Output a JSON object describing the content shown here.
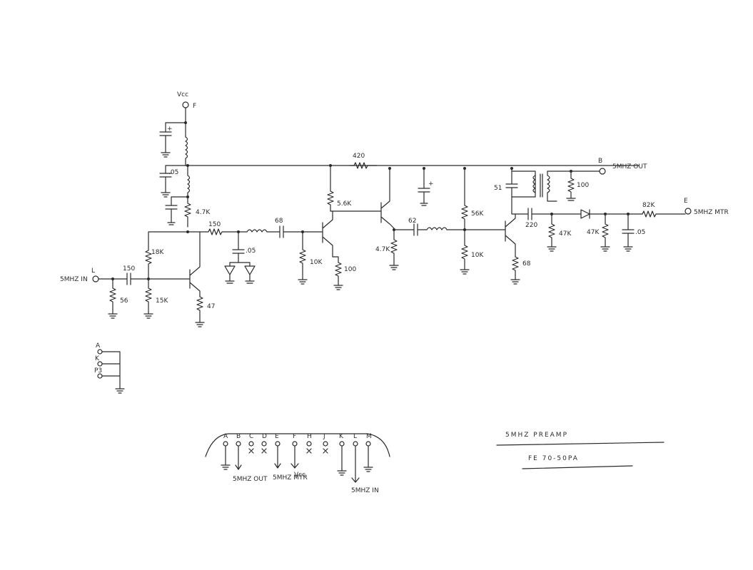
{
  "supply": {
    "name": "Vcc",
    "pin": "F"
  },
  "input": {
    "label": "5MHZ IN",
    "pin": "L"
  },
  "outputs": {
    "out": {
      "label": "5MHZ OUT",
      "pin": "B"
    },
    "mtr": {
      "label": "5MHZ MTR",
      "pin": "E"
    }
  },
  "components": {
    "c_150": "150",
    "r_18k": "18K",
    "r_56": "56",
    "r_15k": "15K",
    "r_47": "47",
    "r_4_7k_a": "4.7K",
    "c_05_a": ".05",
    "r_150": "150",
    "c_68": "68",
    "c_05_b": ".05",
    "r_10k_a": "10K",
    "r_5_6k": "5.6K",
    "r_100": "100",
    "r_420": "420",
    "r_4_7k_b": "4.7K",
    "c_62": "62",
    "r_56k": "56K",
    "r_10k_b": "10K",
    "r_68": "68",
    "c_51": "51",
    "c_220": "220",
    "r_47k_a": "47K",
    "r_47k_b": "47K",
    "r_100_b": "100",
    "r_82k": "82K",
    "c_05_c": ".05",
    "c_plus": "+"
  },
  "jumper": {
    "pins": [
      "A",
      "K",
      "P3"
    ]
  },
  "connector": {
    "pins": [
      "A",
      "B",
      "C",
      "D",
      "E",
      "F",
      "H",
      "J",
      "K",
      "L",
      "M"
    ],
    "labels": {
      "out": "5MHZ OUT",
      "mtr": "5MHZ MTR",
      "vcc": "Vcc",
      "in": "5MHZ IN"
    }
  },
  "title_block": {
    "title": "5MHZ PREAMP",
    "part": "FE 70-50PA"
  }
}
